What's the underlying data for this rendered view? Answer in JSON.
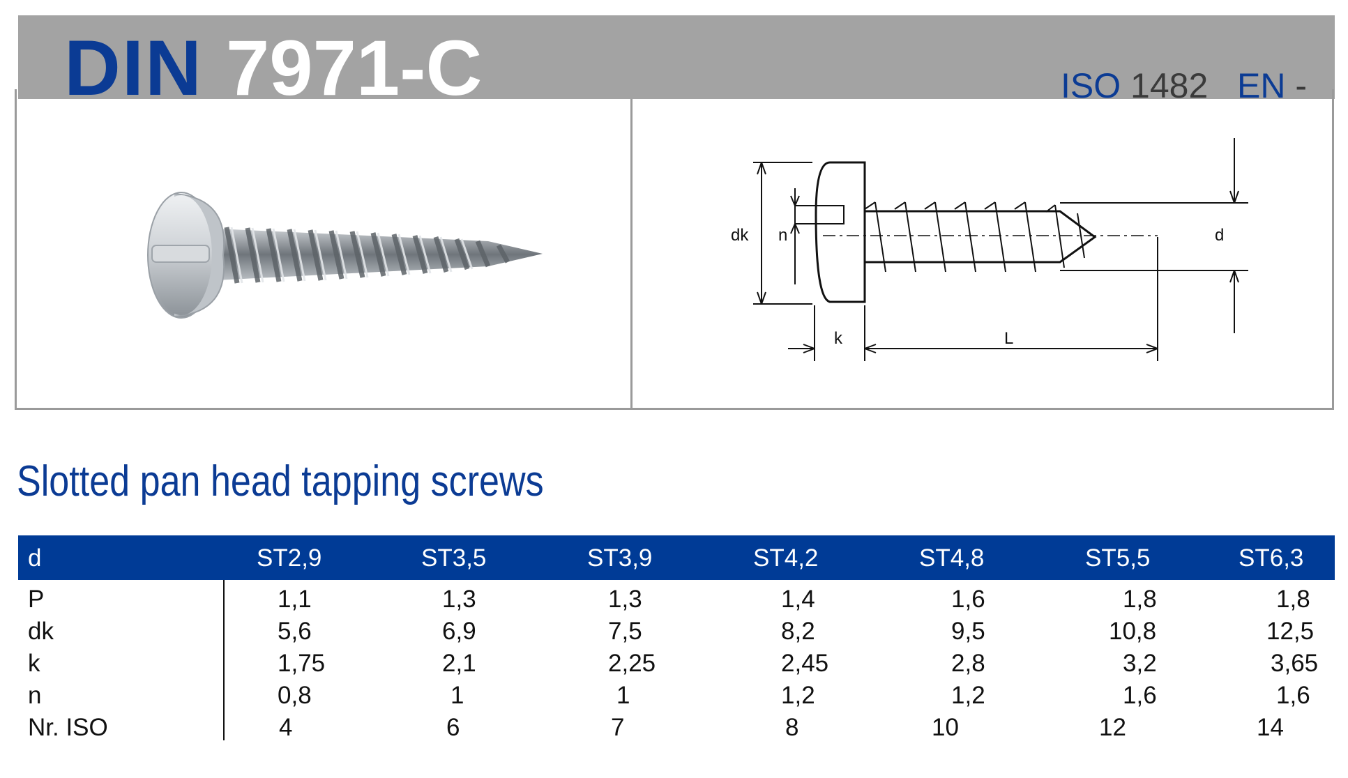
{
  "header": {
    "standard_prefix": "DIN",
    "standard_number": "7971-C",
    "iso_label": "ISO",
    "iso_value": "1482",
    "en_label": "EN",
    "en_value": "-"
  },
  "drawing": {
    "labels": {
      "dk": "dk",
      "n": "n",
      "d": "d",
      "k": "k",
      "L": "L"
    }
  },
  "product": {
    "title": "Slotted pan head tapping screws"
  },
  "colors": {
    "brand_blue": "#0b3b94",
    "header_blue": "#003b96",
    "title_bar": "#a3a3a3"
  },
  "table": {
    "header_label": "d",
    "columns": [
      "ST2,9",
      "ST3,5",
      "ST3,9",
      "ST4,2",
      "ST4,8",
      "ST5,5",
      "ST6,3"
    ],
    "rows": [
      {
        "label": "P",
        "values": [
          "1,1",
          "1,3",
          "1,3",
          "1,4",
          "1,6",
          "1,8",
          "1,8"
        ]
      },
      {
        "label": "dk",
        "values": [
          "5,6",
          "6,9",
          "7,5",
          "8,2",
          "9,5",
          "10,8",
          "12,5"
        ]
      },
      {
        "label": "k",
        "values": [
          "1,75",
          "2,1",
          "2,25",
          "2,45",
          "2,8",
          "3,2",
          "3,65"
        ]
      },
      {
        "label": "n",
        "values": [
          "0,8",
          "1",
          "1",
          "1,2",
          "1,2",
          "1,6",
          "1,6"
        ]
      },
      {
        "label": "Nr. ISO",
        "values": [
          "4",
          "6",
          "7",
          "8",
          "10",
          "12",
          "14"
        ]
      }
    ]
  }
}
